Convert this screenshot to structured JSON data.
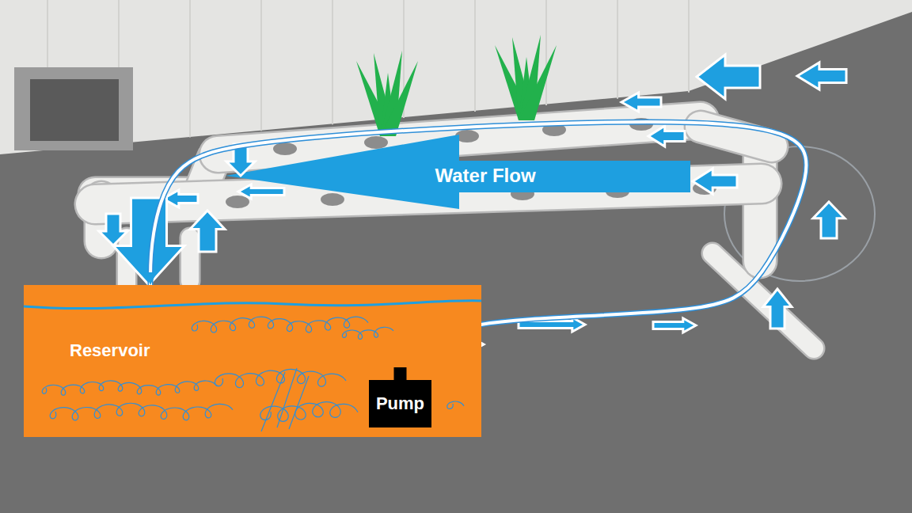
{
  "diagram": {
    "nodes": [
      {
        "text": [
          "Reservoir"
        ]
      },
      {
        "text": [
          "Pump"
        ],
        "in": 0
      }
    ],
    "edges": [
      {
        "from": 1,
        "to": 0,
        "arrow": "to"
      }
    ],
    "labels": [
      "Water Flow"
    ]
  }
}
